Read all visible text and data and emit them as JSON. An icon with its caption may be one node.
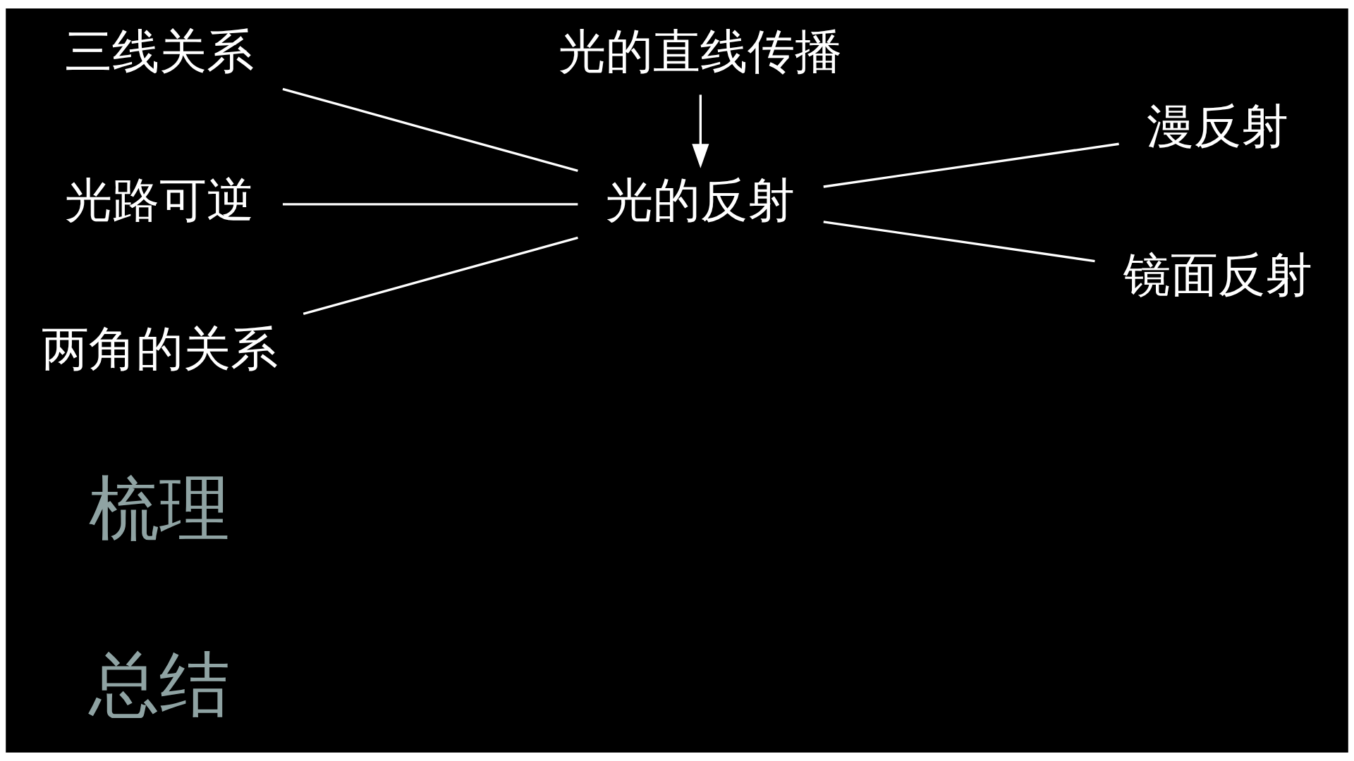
{
  "diagram": {
    "nodes": [
      {
        "text": [
          "光的直线传播"
        ]
      },
      {
        "text": [
          "三线关系"
        ]
      },
      {
        "text": [
          "光路可逆"
        ]
      },
      {
        "text": [
          "两角的关系"
        ]
      },
      {
        "text": [
          "光的反射"
        ]
      },
      {
        "text": [
          "漫反射"
        ]
      },
      {
        "text": [
          "镜面反射"
        ]
      }
    ],
    "edges": [
      {
        "from": 0,
        "to": 4,
        "arrow": "to"
      },
      {
        "from": 1,
        "to": 4,
        "arrow": "none"
      },
      {
        "from": 2,
        "to": 4,
        "arrow": "none"
      },
      {
        "from": 3,
        "to": 4,
        "arrow": "none"
      },
      {
        "from": 4,
        "to": 5,
        "arrow": "none"
      },
      {
        "from": 4,
        "to": 6,
        "arrow": "none"
      }
    ],
    "labels": [
      "总结",
      "梳理"
    ]
  }
}
